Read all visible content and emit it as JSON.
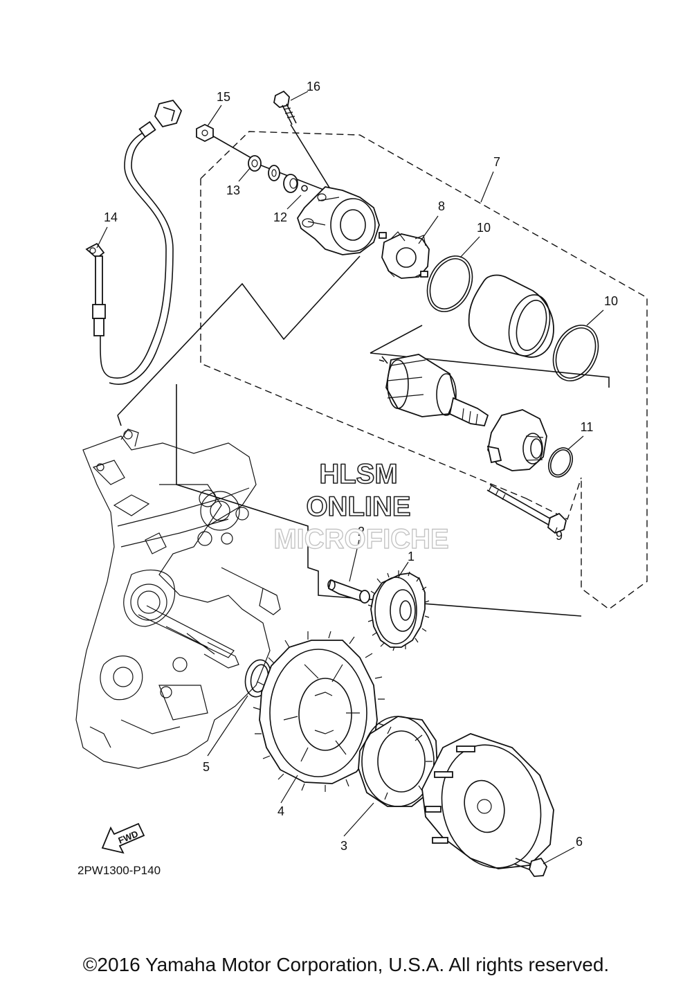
{
  "diagram": {
    "code": "2PW1300-P140",
    "fwd_label": "FWD",
    "callouts": [
      "1",
      "2",
      "3",
      "4",
      "5",
      "6",
      "7",
      "8",
      "9",
      "10",
      "10",
      "11",
      "12",
      "13",
      "14",
      "15",
      "16"
    ]
  },
  "watermark": {
    "line1": "HLSM",
    "line2": "ONLINE",
    "line3": "MICROFICHE"
  },
  "footer": {
    "copyright": "©2016 Yamaha Motor Corporation, U.S.A. All rights reserved."
  }
}
